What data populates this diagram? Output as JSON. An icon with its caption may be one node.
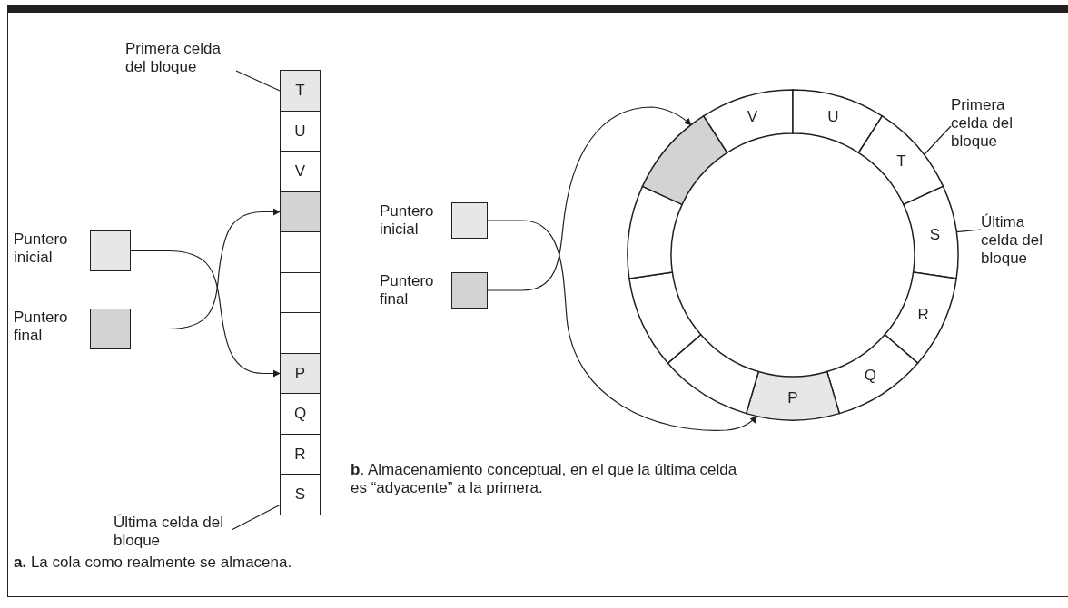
{
  "diagram": {
    "nodes": [
      {
        "text": [
          "Primera celda del bloque"
        ]
      },
      {
        "text": [
          "T"
        ]
      },
      {
        "text": [
          "U"
        ]
      },
      {
        "text": [
          "V"
        ]
      },
      {
        "text": [],
        "shape": "box"
      },
      {
        "text": [],
        "shape": "box"
      },
      {
        "text": [],
        "shape": "box"
      },
      {
        "text": [],
        "shape": "box"
      },
      {
        "text": [
          "P"
        ]
      },
      {
        "text": [
          "Q"
        ]
      },
      {
        "text": [
          "R"
        ]
      },
      {
        "text": [
          "S"
        ]
      },
      {
        "text": [
          "Puntero inicial"
        ]
      },
      {
        "text": [
          "Puntero final"
        ]
      },
      {
        "text": [
          "Última celda del bloque"
        ]
      },
      {
        "text": [
          "Puntero inicial"
        ]
      },
      {
        "text": [
          "Puntero final"
        ]
      },
      {
        "text": [
          "Primera celda del bloque"
        ]
      },
      {
        "text": [
          "Última celda del bloque"
        ]
      },
      {
        "text": [
          "V"
        ]
      },
      {
        "text": [
          "U"
        ]
      },
      {
        "text": [
          "T"
        ]
      },
      {
        "text": [
          "S"
        ]
      },
      {
        "text": [
          "R"
        ]
      },
      {
        "text": [
          "Q"
        ]
      },
      {
        "text": [
          "P"
        ]
      },
      {
        "text": [],
        "shape": "box"
      },
      {
        "text": [],
        "shape": "box"
      },
      {
        "text": [],
        "shape": "box"
      },
      {
        "text": [],
        "shape": "box"
      }
    ],
    "edges": [
      {
        "from": 0,
        "to": 1,
        "arrow": "none"
      },
      {
        "from": 14,
        "to": 11,
        "arrow": "none"
      },
      {
        "from": 12,
        "to": 8,
        "arrow": "to"
      },
      {
        "from": 13,
        "to": 4,
        "arrow": "to"
      },
      {
        "from": 17,
        "to": 21,
        "arrow": "none"
      },
      {
        "from": 18,
        "to": 22,
        "arrow": "none"
      },
      {
        "from": 15,
        "to": 25,
        "arrow": "to"
      },
      {
        "from": 16,
        "to": 29,
        "arrow": "to"
      }
    ],
    "labels": [
      "**b**. Almacenamiento conceptual, en el que la última celda es “adyacente” a la primera.",
      "**a.** La cola como realmente se almacena."
    ]
  }
}
